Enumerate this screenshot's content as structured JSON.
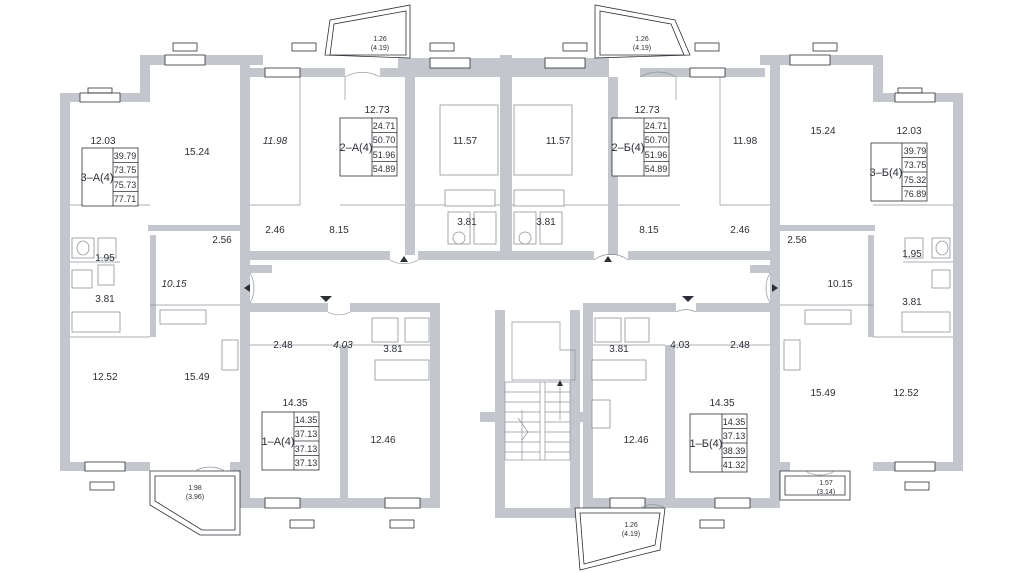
{
  "rooms": {
    "a3_r1": "12.03",
    "a3_r2": "15.24",
    "a3_store": "2.56",
    "a3_wc": "1.95",
    "a3_bath": "3.81",
    "a3_hall": "10.15",
    "a3_r3": "12.52",
    "a3_kitchen": "15.49",
    "a2_r1": "11.98",
    "a2_r2": "12.73",
    "a2_kitchen": "11.57",
    "a2_store": "2.46",
    "a2_hall": "8.15",
    "a2_bath": "3.81",
    "b2_kitchen": "11.57",
    "b2_r2": "12.73",
    "b2_r1": "11.98",
    "b2_store": "2.46",
    "b2_hall": "8.15",
    "b2_bath": "3.81",
    "b3_r1": "12.03",
    "b3_r2": "15.24",
    "b3_store": "2.56",
    "b3_wc": "1.95",
    "b3_bath": "3.81",
    "b3_hall": "10.15",
    "b3_r3": "12.52",
    "b3_kitchen": "15.49",
    "a1_store": "2.48",
    "a1_hall": "4.03",
    "a1_bath": "3.81",
    "a1_room": "14.35",
    "a1_kitchen": "12.46",
    "b1_bath": "3.81",
    "b1_hall": "4.03",
    "b1_store": "2.48",
    "b1_room": "14.35",
    "b1_kitchen": "12.46"
  },
  "balconies": {
    "top_left": [
      "1.26",
      "(4.19)"
    ],
    "top_right": [
      "1.26",
      "(4.19)"
    ],
    "bottom_left": [
      "1.98",
      "(3.96)"
    ],
    "bottom_center": [
      "1.26",
      "(4.19)"
    ],
    "bottom_right": [
      "1.57",
      "(3.14)"
    ]
  },
  "apartments": {
    "a3": {
      "name": "3–А(4)",
      "areas": [
        "39.79",
        "73.75",
        "75.73",
        "77.71"
      ]
    },
    "a2": {
      "name": "2–А(4)",
      "areas": [
        "24.71",
        "50.70",
        "51.96",
        "54.89"
      ]
    },
    "b2": {
      "name": "2–Б(4)",
      "areas": [
        "24.71",
        "50.70",
        "51.96",
        "54.89"
      ]
    },
    "b3": {
      "name": "3–Б(4)",
      "areas": [
        "39.79",
        "73.75",
        "75.32",
        "76.89"
      ]
    },
    "a1": {
      "name": "1–А(4)",
      "areas": [
        "14.35",
        "37.13",
        "37.13",
        "37.13"
      ]
    },
    "b1": {
      "name": "1–Б(4)",
      "areas": [
        "14.35",
        "37.13",
        "38.39",
        "41.32"
      ]
    }
  }
}
